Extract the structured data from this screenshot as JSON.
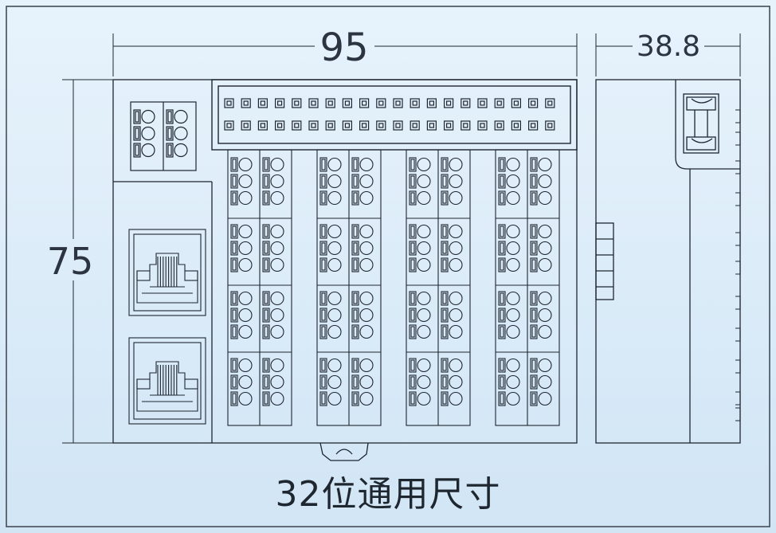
{
  "dimensions": {
    "width_label": "95",
    "depth_label": "38.8",
    "height_label": "75"
  },
  "caption": "32位通用尺寸",
  "colors": {
    "background_top": "#e6f2fc",
    "background_bottom": "#d2e6f6",
    "line": "#1e2630",
    "frame": "#37404a"
  }
}
